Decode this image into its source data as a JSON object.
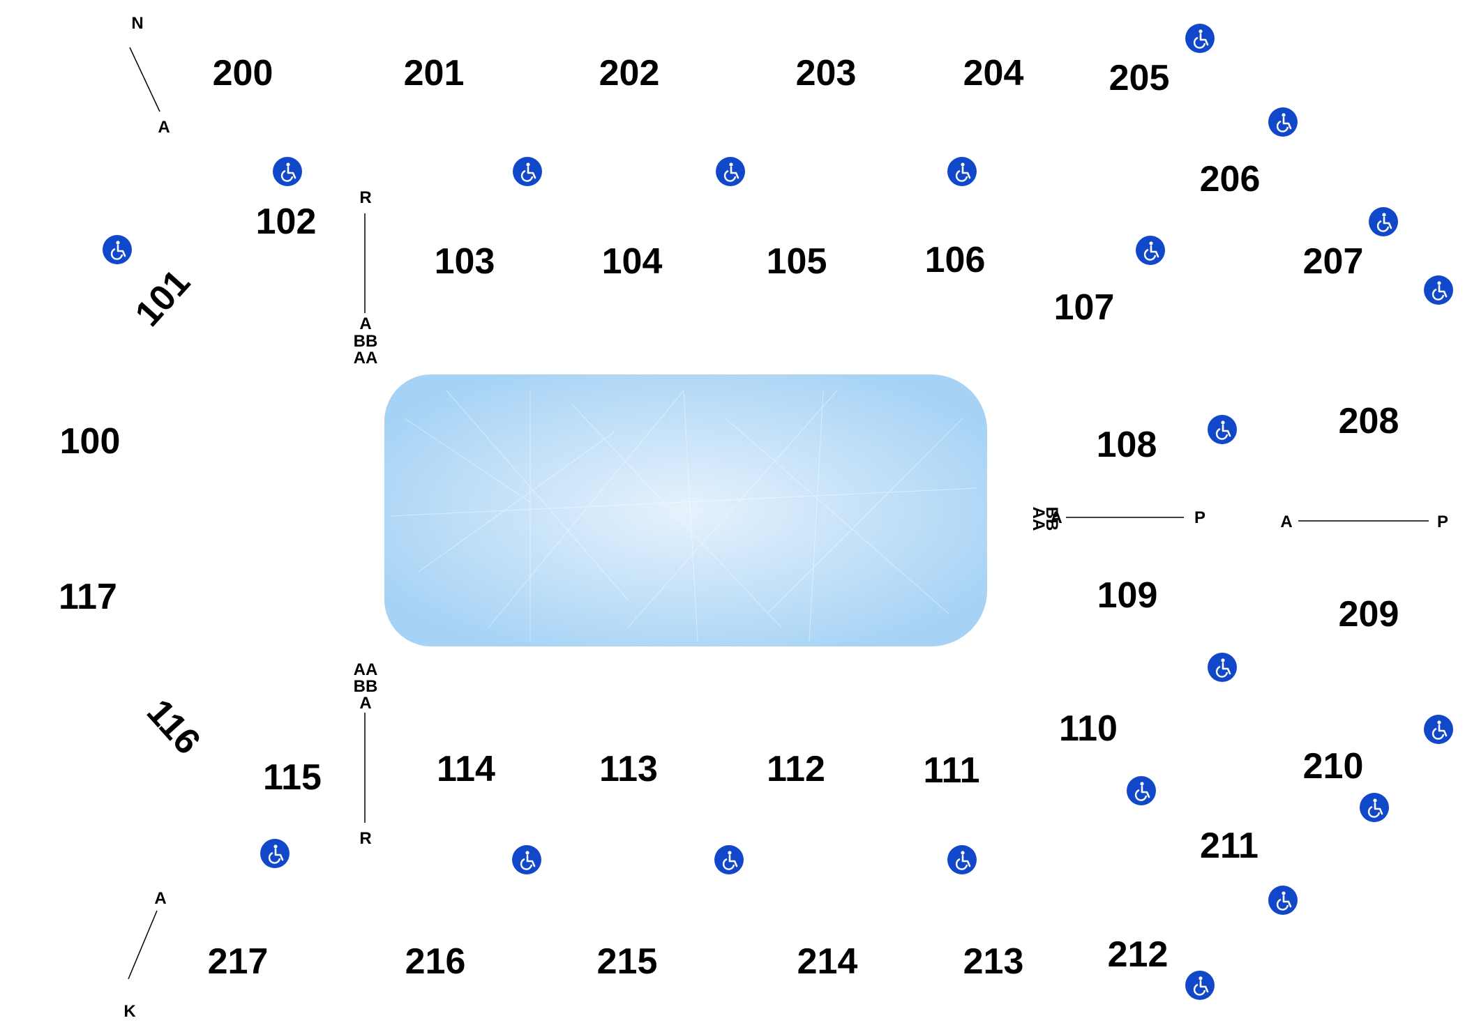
{
  "colors": {
    "ice_light": "#e6f2fc",
    "ice_dark": "#a5d2f5",
    "accessible_icon": "#1148c9",
    "text": "#000000"
  },
  "sections": {
    "s200": "200",
    "s201": "201",
    "s202": "202",
    "s203": "203",
    "s204": "204",
    "s205": "205",
    "s206": "206",
    "s207": "207",
    "s208": "208",
    "s209": "209",
    "s210": "210",
    "s211": "211",
    "s212": "212",
    "s213": "213",
    "s214": "214",
    "s215": "215",
    "s216": "216",
    "s217": "217",
    "s100": "100",
    "s101": "101",
    "s102": "102",
    "s103": "103",
    "s104": "104",
    "s105": "105",
    "s106": "106",
    "s107": "107",
    "s108": "108",
    "s109": "109",
    "s110": "110",
    "s111": "111",
    "s112": "112",
    "s113": "113",
    "s114": "114",
    "s115": "115",
    "s116": "116",
    "s117": "117"
  },
  "rows": {
    "upper_left_start": "N",
    "upper_left_end": "A",
    "lower_left_start": "A",
    "lower_left_end": "K",
    "west_top_start": "R",
    "west_top_a": "A",
    "west_top_bb": "BB",
    "west_top_aa": "AA",
    "west_bot_aa": "AA",
    "west_bot_bb": "BB",
    "west_bot_a": "A",
    "west_bot_end": "R",
    "east_mid_bb": "BB",
    "east_mid_aa": "AA",
    "east_mid_a": "A",
    "east_mid_end": "P",
    "east_far_start": "A",
    "east_far_end": "P"
  },
  "icons": {
    "accessible": "wheelchair-accessible-icon"
  }
}
